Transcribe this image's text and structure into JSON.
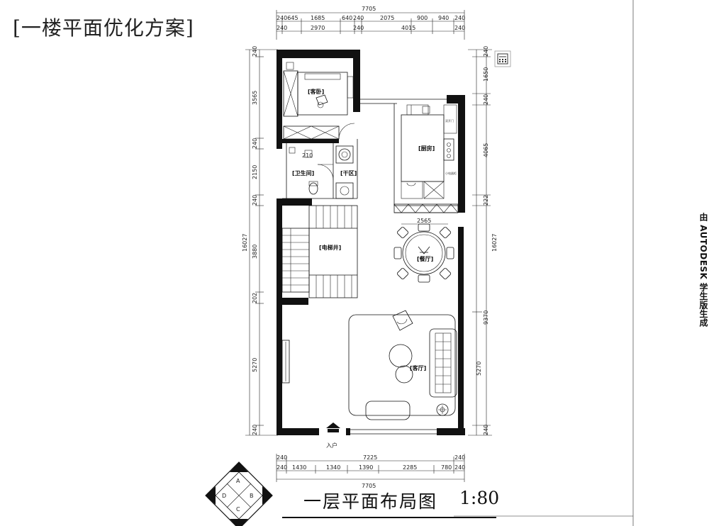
{
  "title": "[一楼平面优化方案]",
  "plan_title": "一层平面布局图",
  "plan_scale": "1:80",
  "watermark": "由 AUTODESK 学生版生成",
  "entrance": "入户",
  "rooms": {
    "guest_room": "[客卧]",
    "bathroom": "[卫生间]",
    "dry_area": "[干区]",
    "kitchen": "[厨房]",
    "elevator": "[电梯井]",
    "dining": "[餐厅]",
    "living": "[客厅]"
  },
  "annotations": {
    "fridge": "双开门",
    "appliance": "小电器柜",
    "table_width": "2565",
    "bath_dim": "210"
  },
  "dims": {
    "top_total": "7705",
    "top_row1": [
      "240645",
      "1685",
      "640",
      "240",
      "2075",
      "900",
      "940",
      "240"
    ],
    "top_row2": [
      "240",
      "2970",
      "240",
      "4015",
      "240"
    ],
    "bottom_row1": [
      "240",
      "7225",
      "240"
    ],
    "bottom_row2": [
      "240",
      "1430",
      "1340",
      "1390",
      "2285",
      "780",
      "240"
    ],
    "bottom_total": "7705",
    "left_total": "16027",
    "left_segments": [
      "240",
      "3565",
      "240",
      "2150",
      "240",
      "3880",
      "202",
      "5270",
      "240"
    ],
    "right_total": "16027",
    "right_segments": [
      "240",
      "1650",
      "240",
      "4065",
      "222",
      "9370",
      "5270",
      "240"
    ]
  },
  "compass": {
    "a": "A",
    "b": "B",
    "c": "C",
    "d": "D"
  },
  "toolbar_icon": "calculator-icon"
}
